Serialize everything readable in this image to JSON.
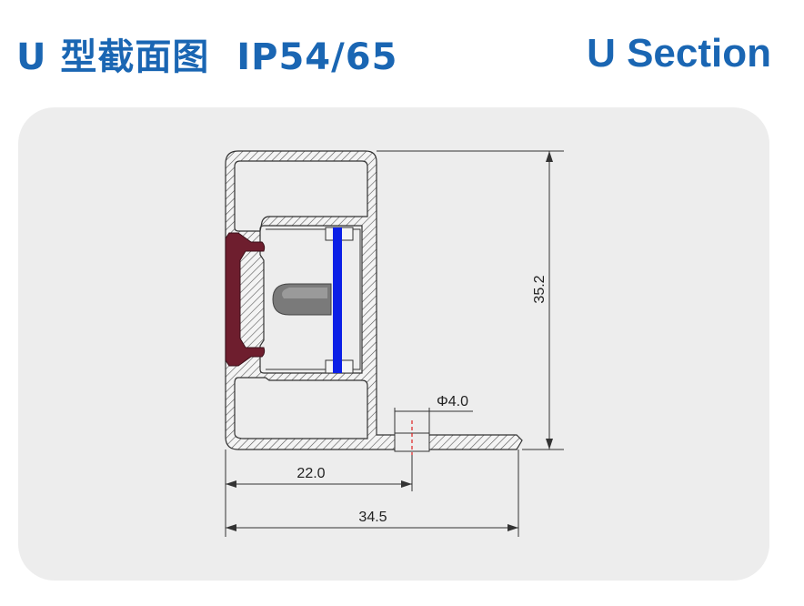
{
  "header": {
    "title_cn": "U 型截面图",
    "title_ip": "IP54/65",
    "title_en": "U Section"
  },
  "dimensions": {
    "height": "35.2",
    "hole_diameter": "Φ4.0",
    "width_inner": "22.0",
    "width_total": "34.5"
  },
  "colors": {
    "title_blue": "#1a66b3",
    "panel_bg": "#ededed",
    "diffuser_blue": "#0b1fe6",
    "clip_maroon": "#6e1e2e",
    "led_grey": "#7a7a7a",
    "hatch_line": "#555555",
    "hole_center_red": "#e02020"
  }
}
